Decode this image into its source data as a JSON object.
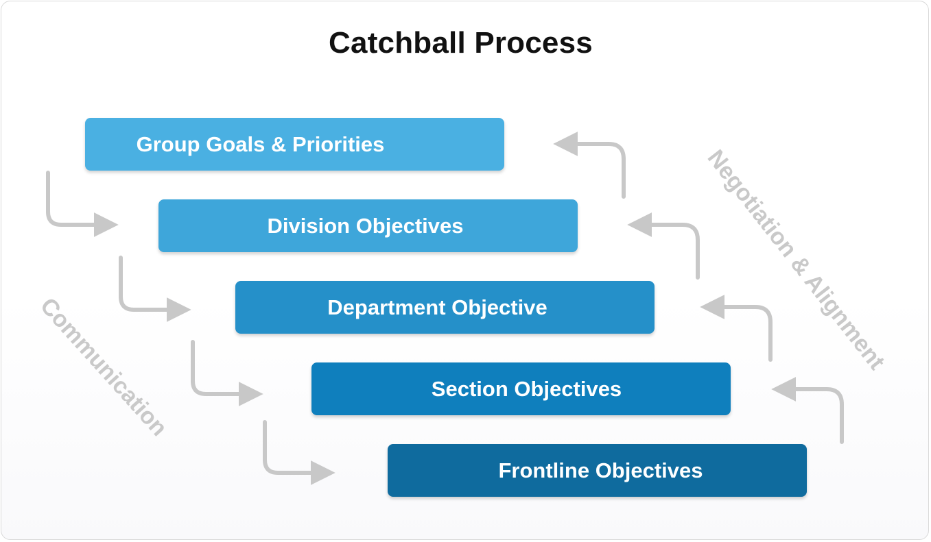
{
  "diagram": {
    "title": "Catchball Process",
    "levels": [
      {
        "label": "Group Goals & Priorities",
        "color": "#4ab0e2"
      },
      {
        "label": "Division Objectives",
        "color": "#3ea6da"
      },
      {
        "label": "Department Objective",
        "color": "#2590c9"
      },
      {
        "label": "Section Objectives",
        "color": "#0f7fbd"
      },
      {
        "label": "Frontline Objectives",
        "color": "#0f6b9e"
      }
    ],
    "left_label": "Communication",
    "right_label": "Negotiation & Alignment",
    "arrow_color": "#c8c8c8"
  }
}
